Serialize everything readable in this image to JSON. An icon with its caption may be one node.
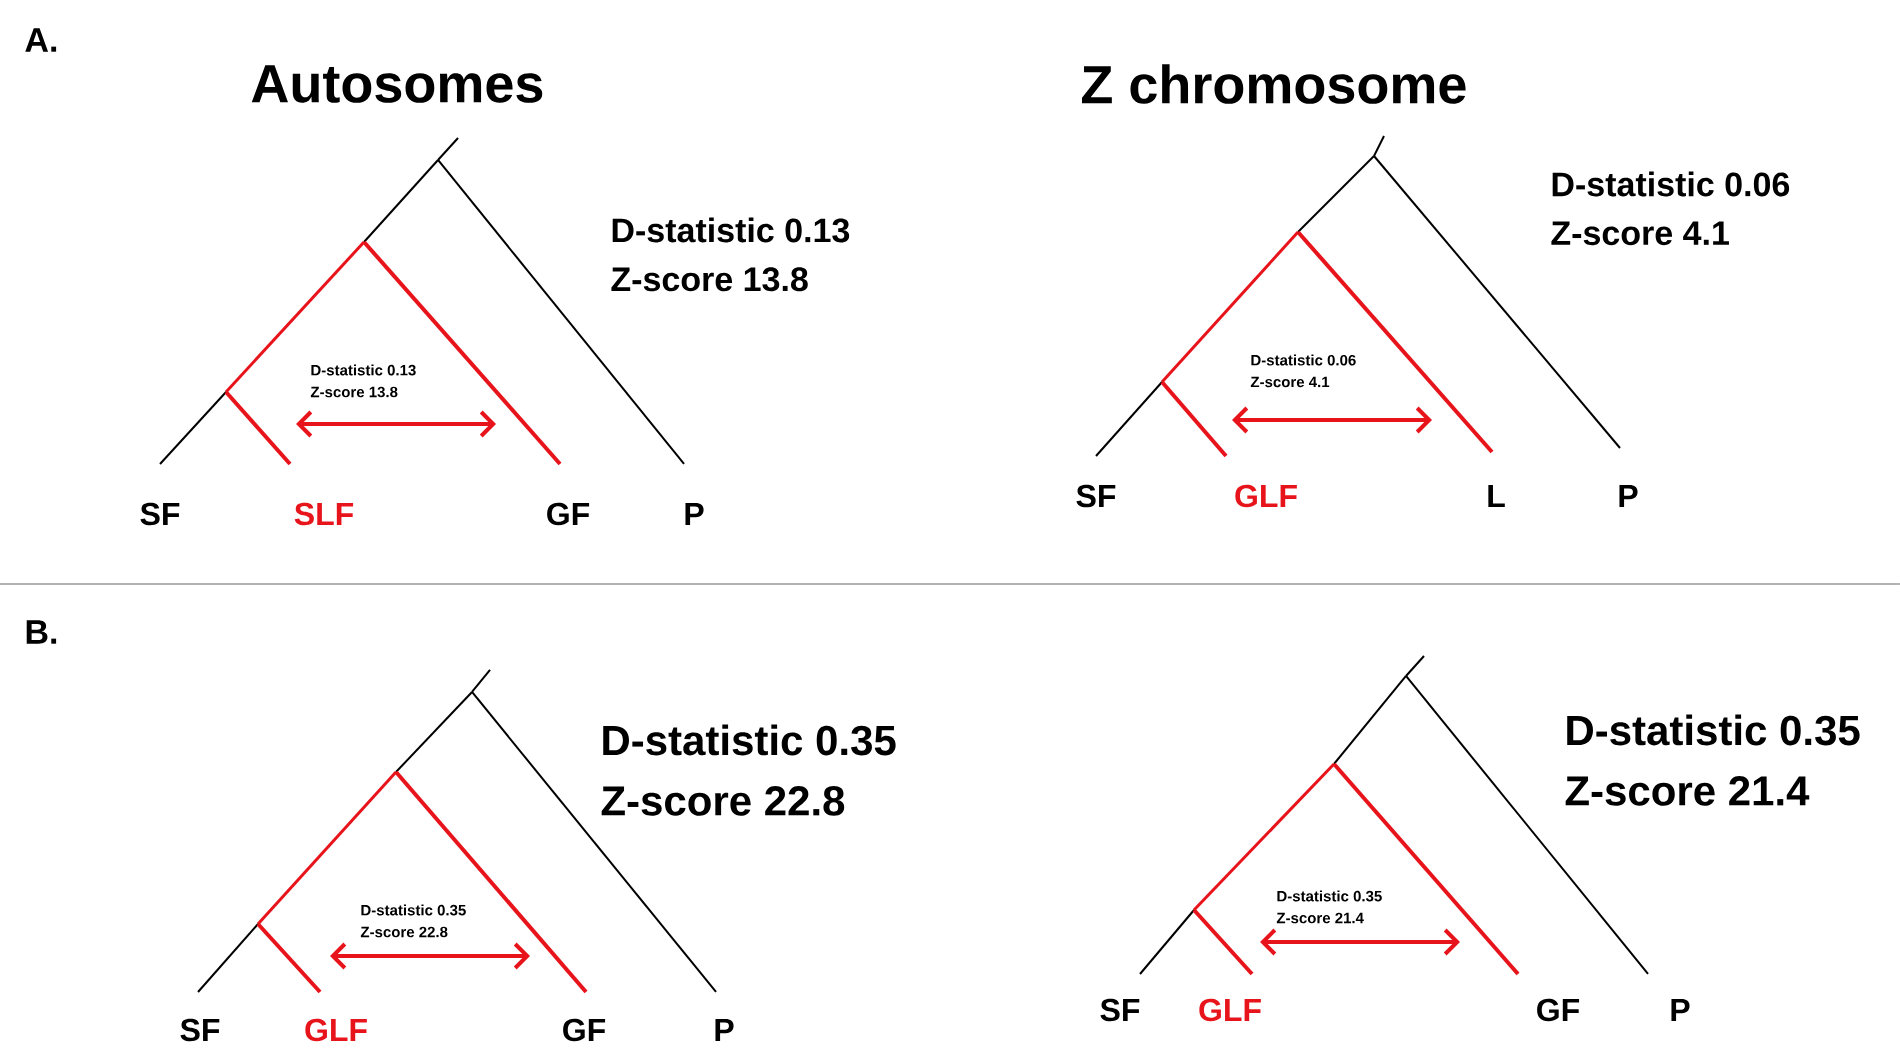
{
  "diagram": {
    "labels": [
      "A.",
      "Autosomes",
      "Z chromosome",
      "D-statistic 0.13",
      "Z-score 13.8",
      "D-statistic 0.13",
      "Z-score 13.8",
      "SF",
      "SLF",
      "GF",
      "P",
      "D-statistic 0.06",
      "Z-score 4.1",
      "D-statistic 0.06",
      "Z-score 4.1",
      "SF",
      "GLF",
      "L",
      "P",
      "B.",
      "D-statistic 0.35",
      "Z-score 22.8",
      "D-statistic 0.35",
      "Z-score 22.8",
      "SF",
      "GLF",
      "GF",
      "P",
      "D-statistic 0.35",
      "Z-score 21.4",
      "D-statistic 0.35",
      "Z-score 21.4",
      "SF",
      "GLF",
      "GF",
      "P"
    ]
  }
}
